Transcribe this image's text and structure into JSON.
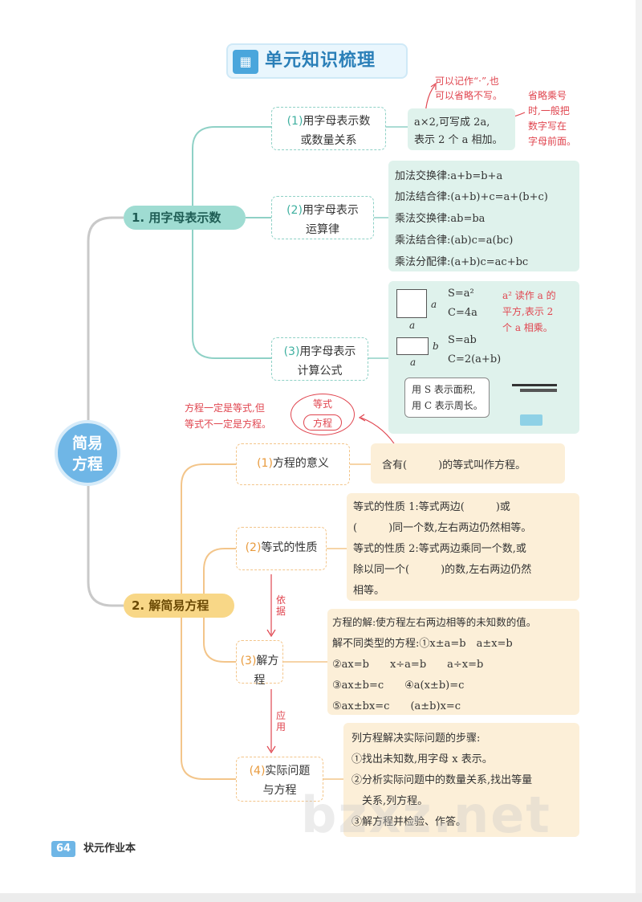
{
  "title": "单元知识梳理",
  "center": {
    "line1": "简易",
    "line2": "方程"
  },
  "branch1": {
    "label": "1. 用字母表示数",
    "sub1": {
      "num": "(1)",
      "text1": "用字母表示数",
      "text2": "或数量关系"
    },
    "sub2": {
      "num": "(2)",
      "text1": "用字母表示",
      "text2": "运算律"
    },
    "sub3": {
      "num": "(3)",
      "text1": "用字母表示",
      "text2": "计算公式"
    },
    "box1": {
      "line1": "a×2,可写成 2a,",
      "line2": "表示 2 个 a 相加。"
    },
    "note1": {
      "line1": "可以记作“·”,也",
      "line2": "可以省略不写。"
    },
    "note2": {
      "line1": "省略乘号",
      "line2": "时,一般把",
      "line3": "数字写在",
      "line4": "字母前面。"
    },
    "laws": [
      "加法交换律:a+b=b+a",
      "加法结合律:(a+b)+c=a+(b+c)",
      "乘法交换律:ab=ba",
      "乘法结合律:(ab)c=a(bc)",
      "乘法分配律:(a+b)c=ac+bc"
    ],
    "formula_square": {
      "side": "a",
      "bottom": "a",
      "s": "S=a²",
      "c": "C=4a"
    },
    "formula_rect": {
      "side": "b",
      "bottom": "a",
      "s": "S=ab",
      "c": "C=2(a+b)"
    },
    "note3": {
      "line1": "a² 读作 a 的",
      "line2": "平方,表示 2",
      "line3": "个 a 相乘。"
    },
    "bubble": {
      "line1": "用 S 表示面积,",
      "line2": "用 C 表示周长。"
    }
  },
  "branch2": {
    "label": "2. 解简易方程",
    "sub1": {
      "num": "(1)",
      "text": "方程的意义"
    },
    "sub2": {
      "num": "(2)",
      "text": "等式的性质"
    },
    "sub3": {
      "num": "(3)",
      "text": "解方程"
    },
    "sub4": {
      "num": "(4)",
      "text1": "实际问题",
      "text2": "与方程"
    },
    "meaning": "含有(　　　)的等式叫作方程。",
    "props": [
      "等式的性质 1:等式两边(　　　)或",
      "(　　　)同一个数,左右两边仍然相等。",
      "等式的性质 2:等式两边乘同一个数,或",
      "除以同一个(　　　)的数,左右两边仍然",
      "相等。"
    ],
    "solve": [
      "方程的解:使方程左右两边相等的未知数的值。",
      "解不同类型的方程:①x±a=b　a±x=b",
      "②ax=b　　x÷a=b　　a÷x=b",
      "③ax±b=c　　④a(x±b)=c",
      "⑤ax±bx=c　　(a±b)x=c"
    ],
    "steps": [
      "列方程解决实际问题的步骤:",
      "①找出未知数,用字母 x 表示。",
      "②分析实际问题中的数量关系,找出等量",
      "　关系,列方程。",
      "③解方程并检验、作答。"
    ],
    "arrow1": {
      "c1": "依",
      "c2": "据"
    },
    "arrow2": {
      "c1": "应",
      "c2": "用"
    }
  },
  "eq_note": {
    "line1": "方程一定是等式,但",
    "line2": "等式不一定是方程。"
  },
  "oval": {
    "top": "等式",
    "inner": "方程"
  },
  "footer": {
    "page": "64",
    "book": "状元作业本"
  },
  "watermark": "bzxz.net",
  "colors": {
    "teal": "#9fdcd2",
    "orange": "#f8d787",
    "blue": "#6fb6e6",
    "red": "#e0454f"
  }
}
